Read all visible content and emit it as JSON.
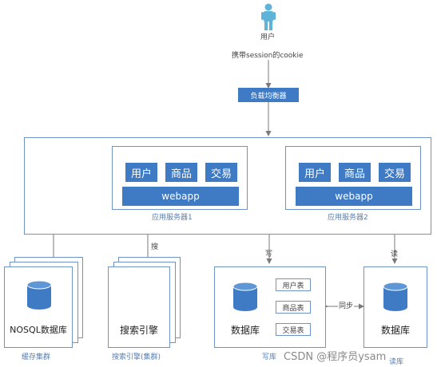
{
  "user": {
    "label": "用户",
    "icon": "user-person-icon"
  },
  "cookie_label": "携带session的cookie",
  "load_balancer": {
    "label": "负载均衡器"
  },
  "servers": [
    {
      "caption": "应用服务器1",
      "modules": [
        "用户",
        "商品",
        "交易"
      ],
      "webapp": "webapp"
    },
    {
      "caption": "应用服务器2",
      "modules": [
        "用户",
        "商品",
        "交易"
      ],
      "webapp": "webapp"
    }
  ],
  "edge_labels": {
    "search": "搜",
    "write": "写",
    "read": "读",
    "sync": "同步"
  },
  "nosql": {
    "db_label": "NOSQL数据库",
    "caption": "缓存集群",
    "icon": "database-icon"
  },
  "search": {
    "label": "搜索引擎",
    "caption": "搜索引擎(集群)"
  },
  "write_db": {
    "db_label": "数据库",
    "caption": "写库",
    "tables": [
      "用户表",
      "商品表",
      "交易表"
    ],
    "icon": "database-icon"
  },
  "read_db": {
    "db_label": "数据库",
    "caption": "读库",
    "icon": "database-icon"
  },
  "watermark": "CSDN @程序员ysam",
  "colors": {
    "accent": "#3f7bc4",
    "border": "#6d94c4",
    "user": "#5fb3d9"
  }
}
